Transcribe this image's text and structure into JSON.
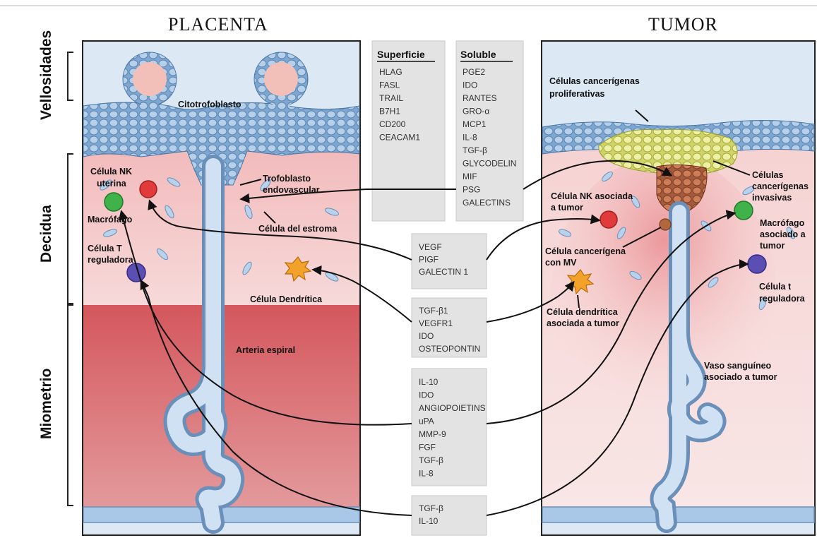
{
  "panels": {
    "left_title": "PLACENTA",
    "right_title": "TUMOR"
  },
  "side_labels": [
    "Vellosidades",
    "Decidua",
    "Miometrio"
  ],
  "boxes": {
    "superficie": {
      "header": "Superficie",
      "items": [
        "HLAG",
        "FASL",
        "TRAIL",
        "B7H1",
        "CD200",
        "CEACAM1"
      ]
    },
    "soluble": {
      "header": "Soluble",
      "items": [
        "PGE2",
        "IDO",
        "RANTES",
        "GRO-α",
        "MCP1",
        "IL-8",
        "TGF-β",
        "GLYCODELIN",
        "MIF",
        "PSG",
        "GALECTINS"
      ]
    },
    "b1": {
      "items": [
        "VEGF",
        "PIGF",
        "GALECTIN 1"
      ]
    },
    "b2": {
      "items": [
        "TGF-β1",
        "VEGFR1",
        "IDO",
        "OSTEOPONTIN"
      ]
    },
    "b3": {
      "items": [
        "IL-10",
        "IDO",
        "ANGIOPOIETINS",
        "uPA",
        "MMP-9",
        "FGF",
        "TGF-β",
        "IL-8"
      ]
    },
    "b4": {
      "items": [
        "TGF-β",
        "IL-10"
      ]
    }
  },
  "placenta_labels": {
    "citotrofoblasto": "Citotrofoblasto",
    "nk_uterina": [
      "Célula NK",
      "uterina"
    ],
    "macrofago": "Macrófago",
    "t_reg": [
      "Célula T",
      "reguladora"
    ],
    "trofoblasto": [
      "Trofoblasto",
      "endovascular"
    ],
    "estroma": "Célula del estroma",
    "dendritica": "Célula Dendrítica",
    "arteria": "Arteria espiral"
  },
  "tumor_labels": {
    "proliferativas": [
      "Células cancerígenas",
      "proliferativas"
    ],
    "invasivas": [
      "Células",
      "cancerígenas",
      "invasivas"
    ],
    "nk": [
      "Célula NK asociada",
      "a tumor"
    ],
    "mv": [
      "Célula cancerígena",
      "con MV"
    ],
    "macrofago": [
      "Macrófago",
      "asociado a",
      "tumor"
    ],
    "t_reg": [
      "Célula t",
      "reguladora"
    ],
    "dendritica": [
      "Célula dendrítica",
      "asociada a tumor"
    ],
    "vaso": [
      "Vaso sanguíneo",
      "asociado a tumor"
    ]
  },
  "colors": {
    "sky": "#dce9f5",
    "decidua": "#f4c8c8",
    "myometrium": "#d66a6e",
    "vessel": "#a9c8e8",
    "nk": "#e03a3a",
    "macrophage": "#3fb24a",
    "treg": "#5b4fb3",
    "dendritic": "#f2a22a",
    "box": "#e3e3e3"
  }
}
